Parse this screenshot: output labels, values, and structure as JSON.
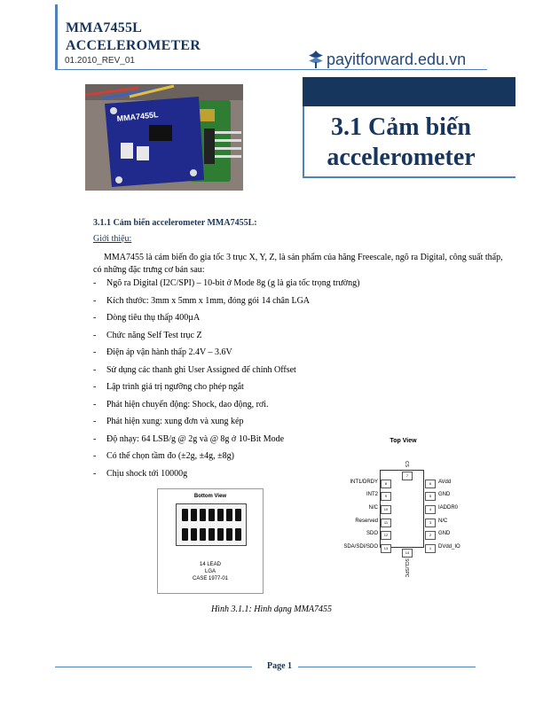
{
  "header": {
    "title_line1": "MMA7455L",
    "title_line2": "ACCELEROMETER",
    "revision": "01.2010_REV_01",
    "logo_text": "payitforward.edu.vn"
  },
  "section": {
    "title_line1": "3.1 Cảm biến",
    "title_line2": "accelerometer"
  },
  "content": {
    "sub_heading": "3.1.1 Cảm biến accelerometer MMA7455L:",
    "intro_label": "Giới thiệu:",
    "intro_text": "MMA7455 là cảm biến đo gia tốc 3 trục X, Y, Z, là sản phẩm của hãng Freescale, ngõ ra Digital, công suất thấp, có những đặc trưng cơ bản sau:",
    "bullets": [
      "Ngõ ra Digital (I2C/SPI) – 10-bit ở Mode 8g (g là gia tốc trọng trường)",
      "Kích thước: 3mm x 5mm x 1mm, đóng gói 14 chân LGA",
      "Dòng tiêu thụ thấp 400µA",
      "Chức năng Self Test trục Z",
      "Điện áp vận hành thấp 2.4V – 3.6V",
      "Sử dụng các thanh ghi User Assigned để chỉnh Offset",
      "Lập trình giá trị ngưỡng cho phép ngắt",
      "Phát hiện chuyển động: Shock, dao động, rơi.",
      "Phát hiện xung: xung đơn và xung kép",
      "Độ nhạy: 64 LSB/g @ 2g và @ 8g ở 10-Bit Mode",
      "Có thể chọn tầm đo (±2g, ±4g, ±8g)",
      "Chịu shock tới 10000g"
    ]
  },
  "photo": {
    "board_label": "MMA7455L"
  },
  "bottom_view": {
    "title": "Bottom View",
    "lead": "14 LEAD",
    "package": "LGA",
    "case": "CASE 1977-01"
  },
  "top_view": {
    "title": "Top View",
    "top_pin": "CS",
    "bottom_pin": "SCL/SPC",
    "left_pins": [
      {
        "name": "INT1/DRDY",
        "num": "8"
      },
      {
        "name": "INT2",
        "num": "9"
      },
      {
        "name": "N/C",
        "num": "10"
      },
      {
        "name": "Reserved",
        "num": "11"
      },
      {
        "name": "SDO",
        "num": "12"
      },
      {
        "name": "SDA/SDI/SDO",
        "num": "13"
      }
    ],
    "right_pins": [
      {
        "name": "AVdd",
        "num": "6"
      },
      {
        "name": "GND",
        "num": "5"
      },
      {
        "name": "IADDR0",
        "num": "4"
      },
      {
        "name": "N/C",
        "num": "3"
      },
      {
        "name": "GND",
        "num": "2"
      },
      {
        "name": "DVdd_IO",
        "num": "1"
      }
    ],
    "top_num": "7",
    "bottom_num": "14"
  },
  "caption": "Hình 3.1.1: Hình dạng MMA7455",
  "footer": {
    "page_label": "Page 1"
  },
  "colors": {
    "accent_dark": "#17365d",
    "accent_blue": "#4f81bd",
    "board_blue": "#1f2a8c",
    "board_green": "#2f7d32"
  }
}
